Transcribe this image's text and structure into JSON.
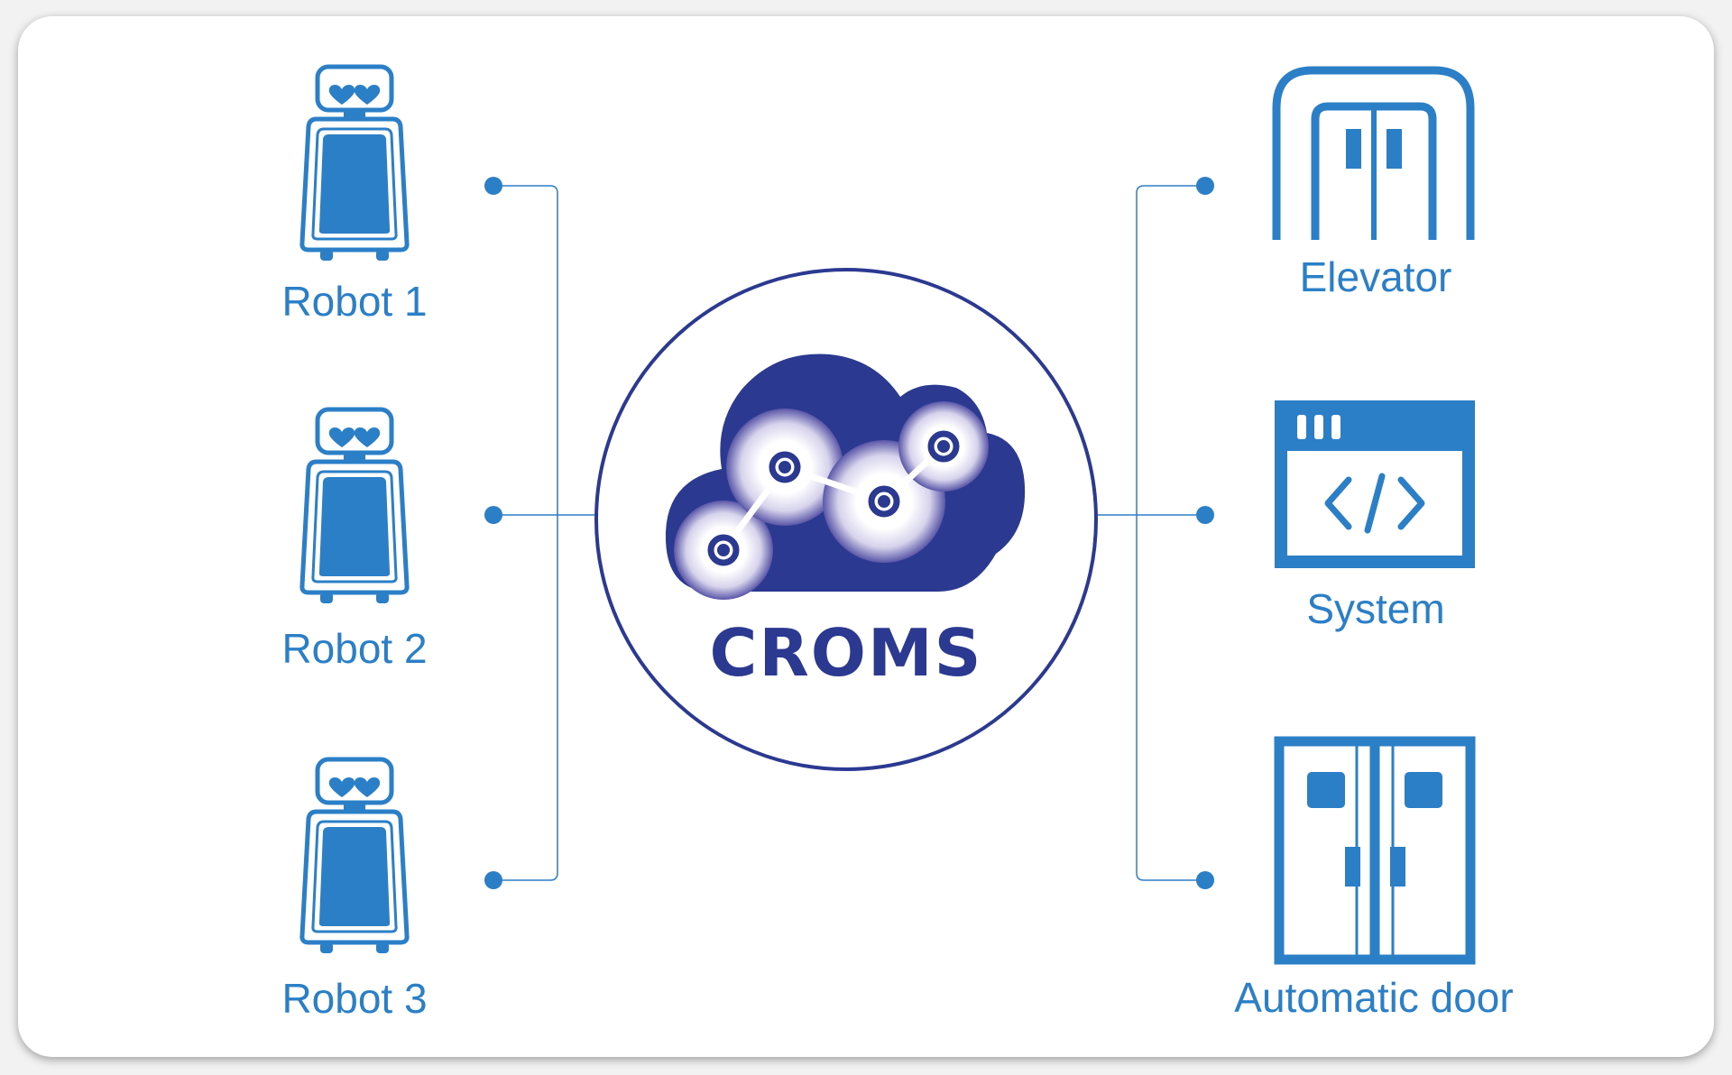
{
  "hub": {
    "title": "CROMS",
    "icon": "cloud-network-icon"
  },
  "robots": [
    {
      "label": "Robot 1",
      "icon": "robot-icon"
    },
    {
      "label": "Robot 2",
      "icon": "robot-icon"
    },
    {
      "label": "Robot 3",
      "icon": "robot-icon"
    }
  ],
  "devices": [
    {
      "label": "Elevator",
      "icon": "elevator-icon"
    },
    {
      "label": "System",
      "icon": "code-window-icon"
    },
    {
      "label": "Automatic door",
      "icon": "automatic-door-icon"
    }
  ],
  "colors": {
    "light_blue": "#2b7fc7",
    "navy": "#2b3990",
    "background": "#ffffff"
  }
}
